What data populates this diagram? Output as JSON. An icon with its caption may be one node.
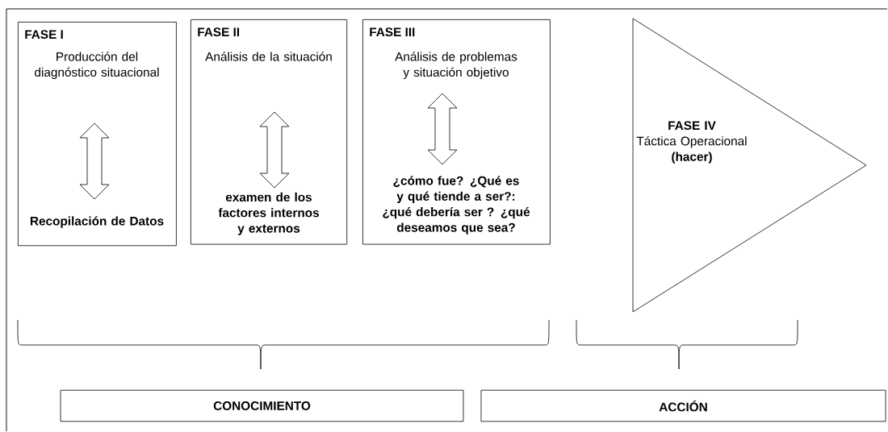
{
  "diagram": {
    "nodes": [
      {
        "text": [
          "FASE I",
          "Producción del diagnóstico situacional",
          "Recopilación de Datos"
        ]
      },
      {
        "text": [
          "FASE II",
          "Análisis de la situación",
          "examen de los factores internos y externos"
        ]
      },
      {
        "text": [
          "FASE III",
          "Análisis de problemas y situación objetivo",
          "¿cómo fue? ¿Qué es y qué tiende a ser?: ¿qué debería ser ? ¿qué deseamos que sea?"
        ]
      },
      {
        "text": [
          "FASE IV",
          "Táctica Operacional",
          "(hacer)"
        ]
      },
      {
        "text": [
          "CONOCIMIENTO"
        ]
      },
      {
        "text": [
          "ACCIÓN"
        ]
      }
    ]
  }
}
